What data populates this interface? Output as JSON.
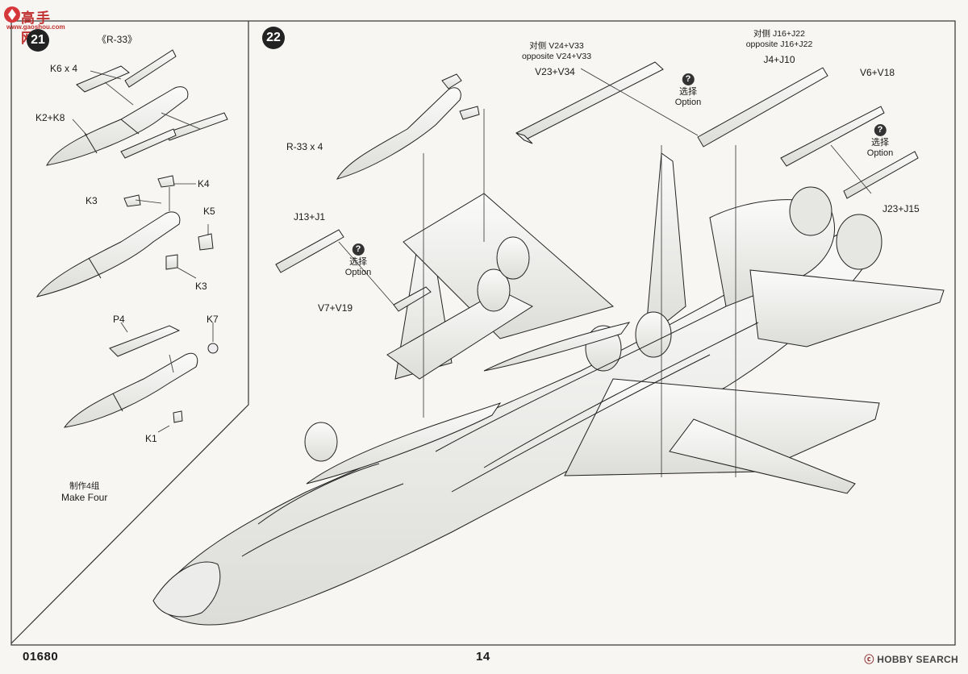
{
  "watermark": {
    "text": "高手网",
    "url": "www.gaoshou.com"
  },
  "page": {
    "kit_number": "01680",
    "page_number": "14"
  },
  "steps": [
    {
      "number": "21",
      "title": "《R-33》",
      "labels": [
        "K6 x 4",
        "K2+K8",
        "K4",
        "K3",
        "K5",
        "K3",
        "P4",
        "K7",
        "K1"
      ],
      "note_cn": "制作4组",
      "note_en": "Make Four"
    },
    {
      "number": "22",
      "labels": {
        "missile": "R-33 x 4",
        "part_v24": "V23+V34",
        "opp_v24_cn": "对侧 V24+V33",
        "opp_v24_en": "opposite V24+V33",
        "part_j4": "J4+J10",
        "opp_j16_cn": "对侧 J16+J22",
        "opp_j16_en": "opposite  J16+J22",
        "part_v6": "V6+V18",
        "part_j23": "J23+J15",
        "part_j13": "J13+J1",
        "part_v7": "V7+V19"
      },
      "option_cn": "选择",
      "option_en": "Option"
    }
  ],
  "brand": {
    "mark": "ⓒ",
    "text": "HOBBY SEARCH"
  }
}
